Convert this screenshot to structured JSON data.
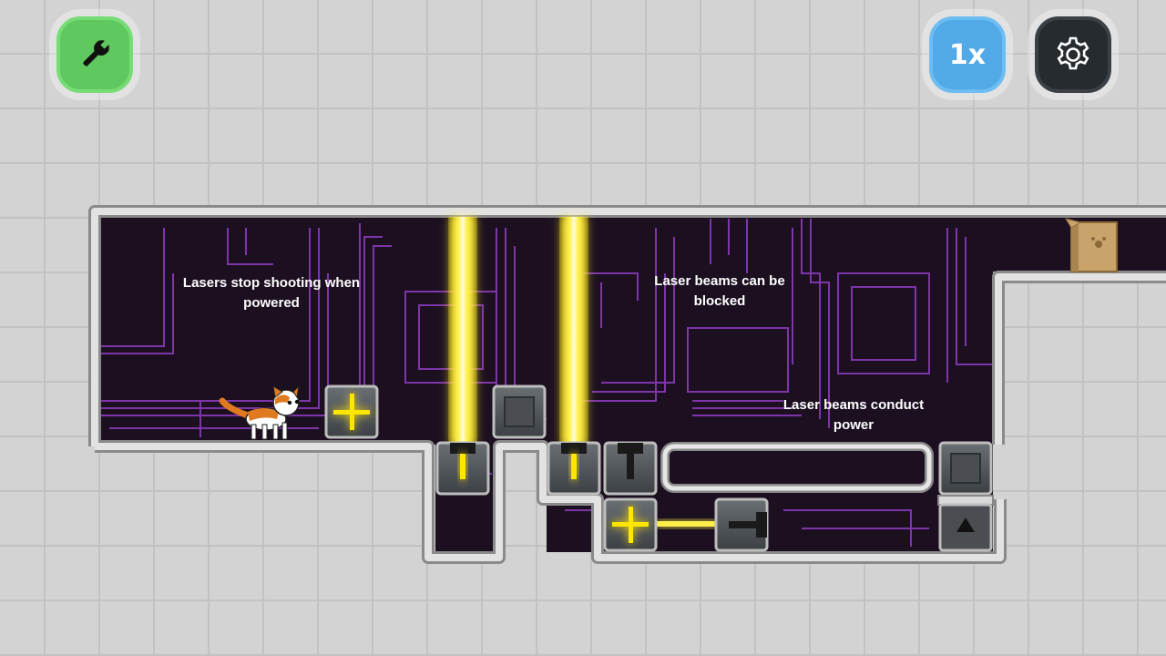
{
  "hud": {
    "tools_icon": "wrench-icon",
    "speed_label": "1x",
    "settings_icon": "gear-icon"
  },
  "hints": {
    "lasers_stop": "Lasers stop shooting when powered",
    "blocked": "Laser beams can be blocked",
    "conduct": "Laser beams conduct power"
  },
  "colors": {
    "tools_button": "#5fc85f",
    "speed_button": "#52a9e8",
    "settings_button": "#262b30",
    "laser": "#ffe600",
    "circuit": "#9b3fd0",
    "room_bg": "#1c1020"
  }
}
